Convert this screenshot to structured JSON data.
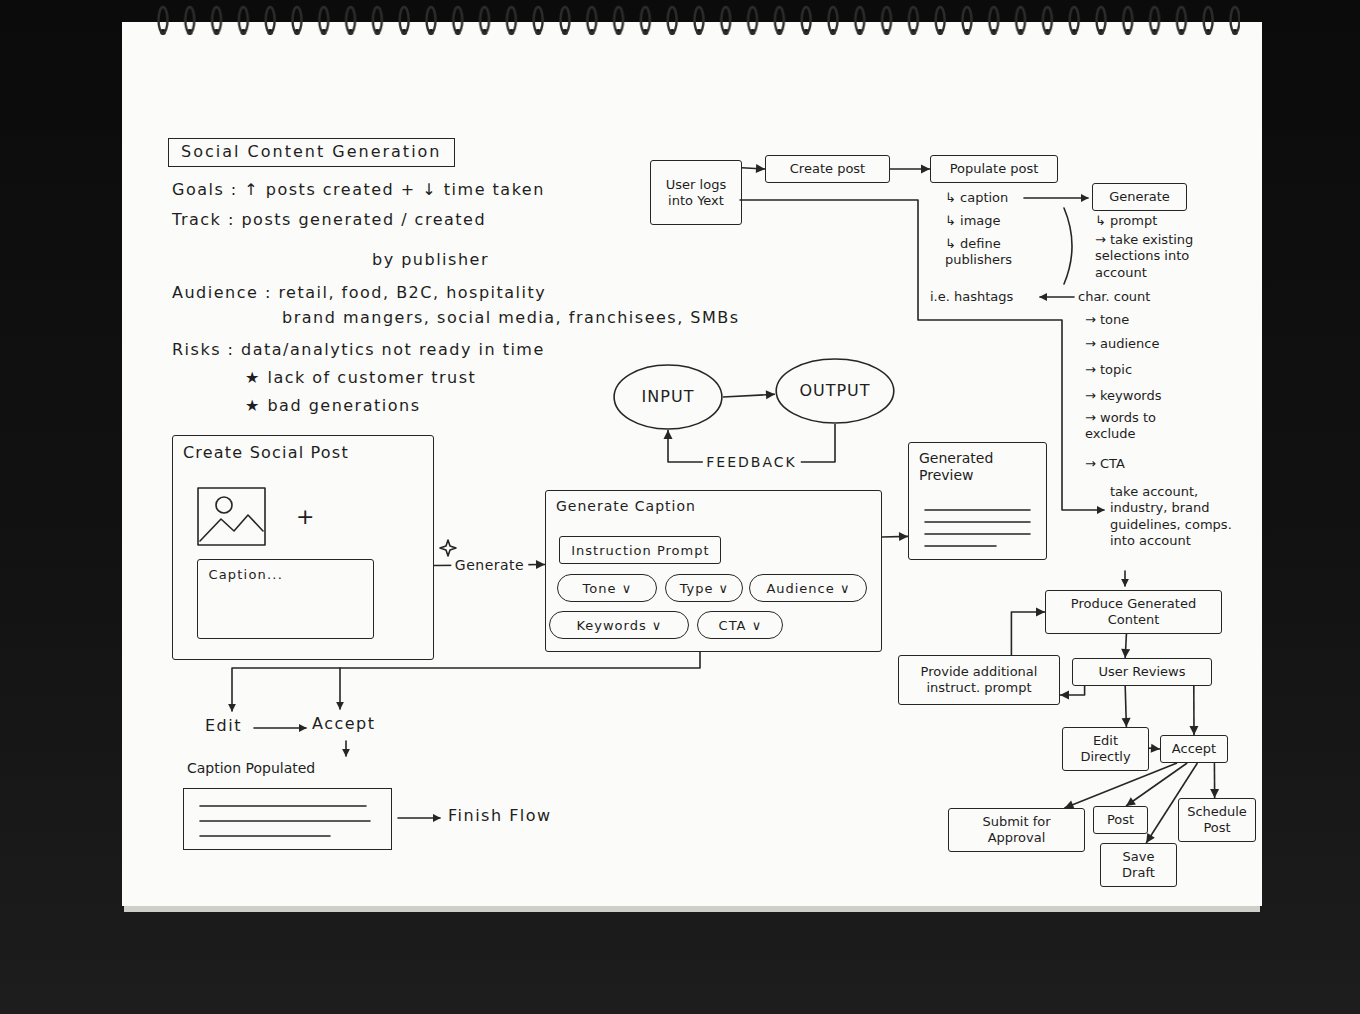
{
  "diagram": {
    "title": "Social Content Generation",
    "nodes": [
      {
        "text": [
          "User logs into Yext"
        ]
      },
      {
        "text": [
          "Create post"
        ]
      },
      {
        "text": [
          "Populate post"
        ]
      },
      {
        "text": [
          "Generate"
        ]
      },
      {
        "text": [
          "INPUT"
        ]
      },
      {
        "text": [
          "OUTPUT"
        ]
      },
      {
        "text": [
          "Create Social Post"
        ]
      },
      {
        "text": [
          "Caption..."
        ],
        "in": 6
      },
      {
        "text": [
          "Generate Caption"
        ]
      },
      {
        "text": [
          "Instruction Prompt"
        ],
        "in": 8
      },
      {
        "text": [
          "Tone ∨"
        ],
        "in": 8
      },
      {
        "text": [
          "Type ∨"
        ],
        "in": 8
      },
      {
        "text": [
          "Audience ∨"
        ],
        "in": 8
      },
      {
        "text": [
          "Keywords ∨"
        ],
        "in": 8
      },
      {
        "text": [
          "CTA ∨"
        ],
        "in": 8
      },
      {
        "text": [
          "Generated Preview"
        ]
      },
      {
        "text": [
          "Produce Generated Content"
        ]
      },
      {
        "text": [
          "Provide additional instruct. prompt"
        ]
      },
      {
        "text": [
          "User Reviews"
        ]
      },
      {
        "text": [
          "Edit Directly"
        ]
      },
      {
        "text": [
          "Accept"
        ]
      },
      {
        "text": [
          "Submit for Approval"
        ]
      },
      {
        "text": [
          "Post"
        ]
      },
      {
        "text": [
          "Save Draft"
        ]
      },
      {
        "text": [
          "Schedule Post"
        ]
      },
      {
        "text": [
          "Caption Populated"
        ]
      }
    ],
    "edges": [
      {
        "from": 0,
        "to": 1,
        "arrow": "to"
      },
      {
        "from": 1,
        "to": 2,
        "arrow": "to"
      },
      {
        "from": 4,
        "to": 5,
        "arrow": "to"
      },
      {
        "from": 5,
        "to": 4,
        "label": "FEEDBACK",
        "arrow": "to"
      },
      {
        "from": 6,
        "to": 8,
        "label": "Generate",
        "arrow": "to"
      },
      {
        "from": 8,
        "to": 15,
        "arrow": "to"
      },
      {
        "from": 16,
        "to": 18,
        "arrow": "to"
      },
      {
        "from": 18,
        "to": 17,
        "arrow": "to"
      },
      {
        "from": 17,
        "to": 16,
        "arrow": "to"
      },
      {
        "from": 18,
        "to": 19,
        "arrow": "to"
      },
      {
        "from": 18,
        "to": 20,
        "arrow": "to"
      },
      {
        "from": 19,
        "to": 20,
        "arrow": "to"
      },
      {
        "from": 20,
        "to": 21,
        "arrow": "to"
      },
      {
        "from": 20,
        "to": 22,
        "arrow": "to"
      },
      {
        "from": 20,
        "to": 23,
        "arrow": "to"
      },
      {
        "from": 20,
        "to": 24,
        "arrow": "to"
      }
    ],
    "labels": [
      "Goals : ↑ posts created + ↓ time taken",
      "Track : posts generated / created",
      "by publisher",
      "Audience : retail, food, B2C, hospitality",
      "brand mangers, social media, franchisees, SMBs",
      "Risks : data/analytics not ready in time",
      "★ lack of customer trust",
      "★ bad generations",
      "↳ caption",
      "↳ image",
      "↳ define publishers",
      "↳ prompt",
      "→ take existing selections into account",
      "i.e. hashtags",
      "char. count",
      "→ tone",
      "→ audience",
      "→ topic",
      "→ keywords",
      "→ words to exclude",
      "→ CTA",
      "take account, industry, brand guidelines, comps. into account",
      "+",
      "Edit",
      "Accept",
      "Finish Flow"
    ]
  }
}
